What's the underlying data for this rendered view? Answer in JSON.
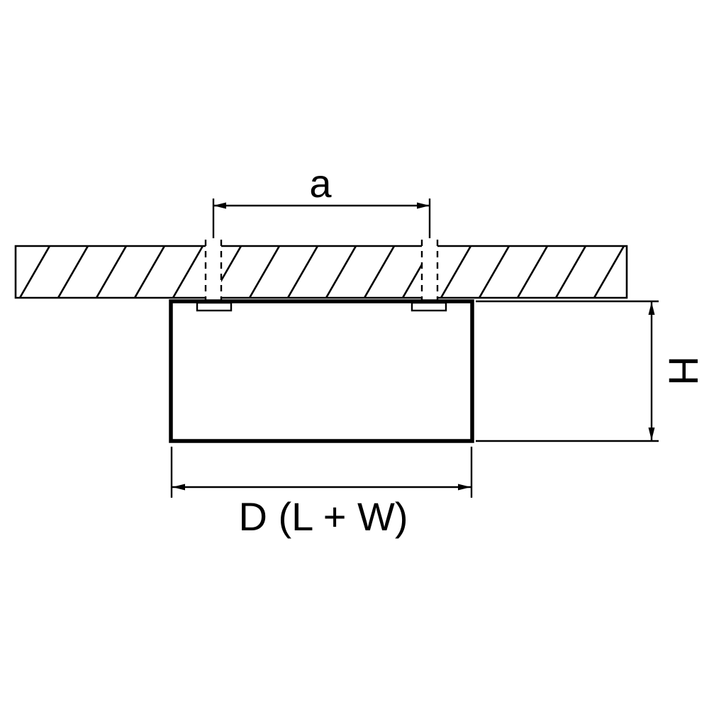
{
  "diagram": {
    "labels": {
      "mount_spacing": "a",
      "height": "H",
      "width": "D (L + W)"
    },
    "colors": {
      "line": "#000000",
      "background": "#ffffff"
    }
  }
}
